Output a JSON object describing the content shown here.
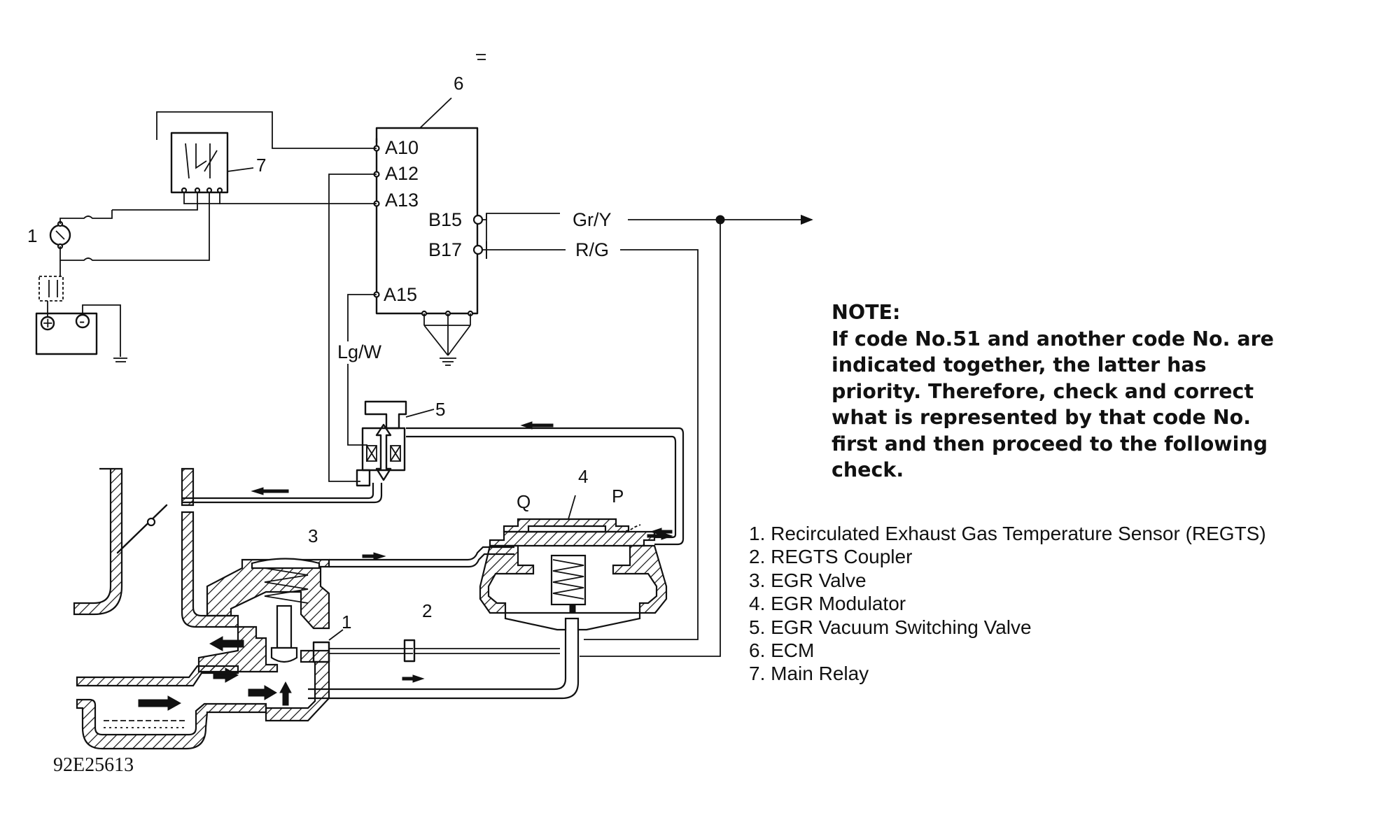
{
  "callouts": [
    "1",
    "2",
    "3",
    "4",
    "5",
    "6",
    "7"
  ],
  "ecm_pins": {
    "a10": "A10",
    "a12": "A12",
    "a13": "A13",
    "a15": "A15",
    "b15": "B15",
    "b17": "B17"
  },
  "wires": {
    "gr_y": "Gr/Y",
    "r_g": "R/G",
    "lg_w": "Lg/W"
  },
  "modulator_ports": {
    "q": "Q",
    "p": "P"
  },
  "note": {
    "heading": "NOTE:",
    "body": "If code No.51 and another code No. are indicated together, the latter has priority. Therefore, check and correct what is represented by that code No. first and then proceed to the following check."
  },
  "legend": [
    "1. Recirculated Exhaust Gas Temperature Sensor (REGTS)",
    "2. REGTS Coupler",
    "3. EGR Valve",
    "4. EGR Modulator",
    "5. EGR Vacuum Switching Valve",
    "6. ECM",
    "7. Main Relay"
  ],
  "figure_code": "92E25613",
  "colors": {
    "ink": "#111111",
    "paper": "#ffffff"
  }
}
